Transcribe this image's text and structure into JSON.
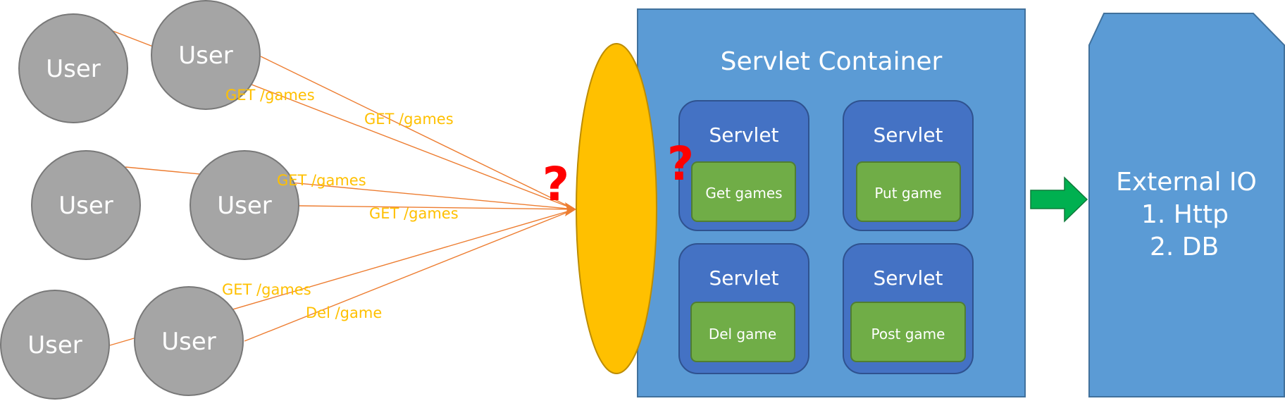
{
  "users": [
    {
      "label": "User"
    },
    {
      "label": "User"
    },
    {
      "label": "User"
    },
    {
      "label": "User"
    },
    {
      "label": "User"
    },
    {
      "label": "User"
    }
  ],
  "requests": [
    {
      "label": "GET /games"
    },
    {
      "label": "GET /games"
    },
    {
      "label": "GET /games"
    },
    {
      "label": "GET /games"
    },
    {
      "label": "GET /games"
    },
    {
      "label": "Del /game"
    }
  ],
  "container": {
    "title": "Servlet Container",
    "servlets": [
      {
        "title": "Servlet",
        "handler": "Get games"
      },
      {
        "title": "Servlet",
        "handler": "Put game"
      },
      {
        "title": "Servlet",
        "handler": "Del game"
      },
      {
        "title": "Servlet",
        "handler": "Post game"
      }
    ]
  },
  "question_marks": [
    "?",
    "?",
    "?"
  ],
  "external": {
    "title": "External IO",
    "items": [
      "1.  Http",
      "2.  DB"
    ]
  },
  "colors": {
    "user_fill": "#a5a5a5",
    "edge": "#ed7d31",
    "edge_label": "#ffc000",
    "gateway": "#ffc000",
    "container": "#5b9bd5",
    "servlet": "#4472c4",
    "handler": "#70ad47",
    "question_mark": "#ff0000",
    "arrow": "#00b050"
  }
}
